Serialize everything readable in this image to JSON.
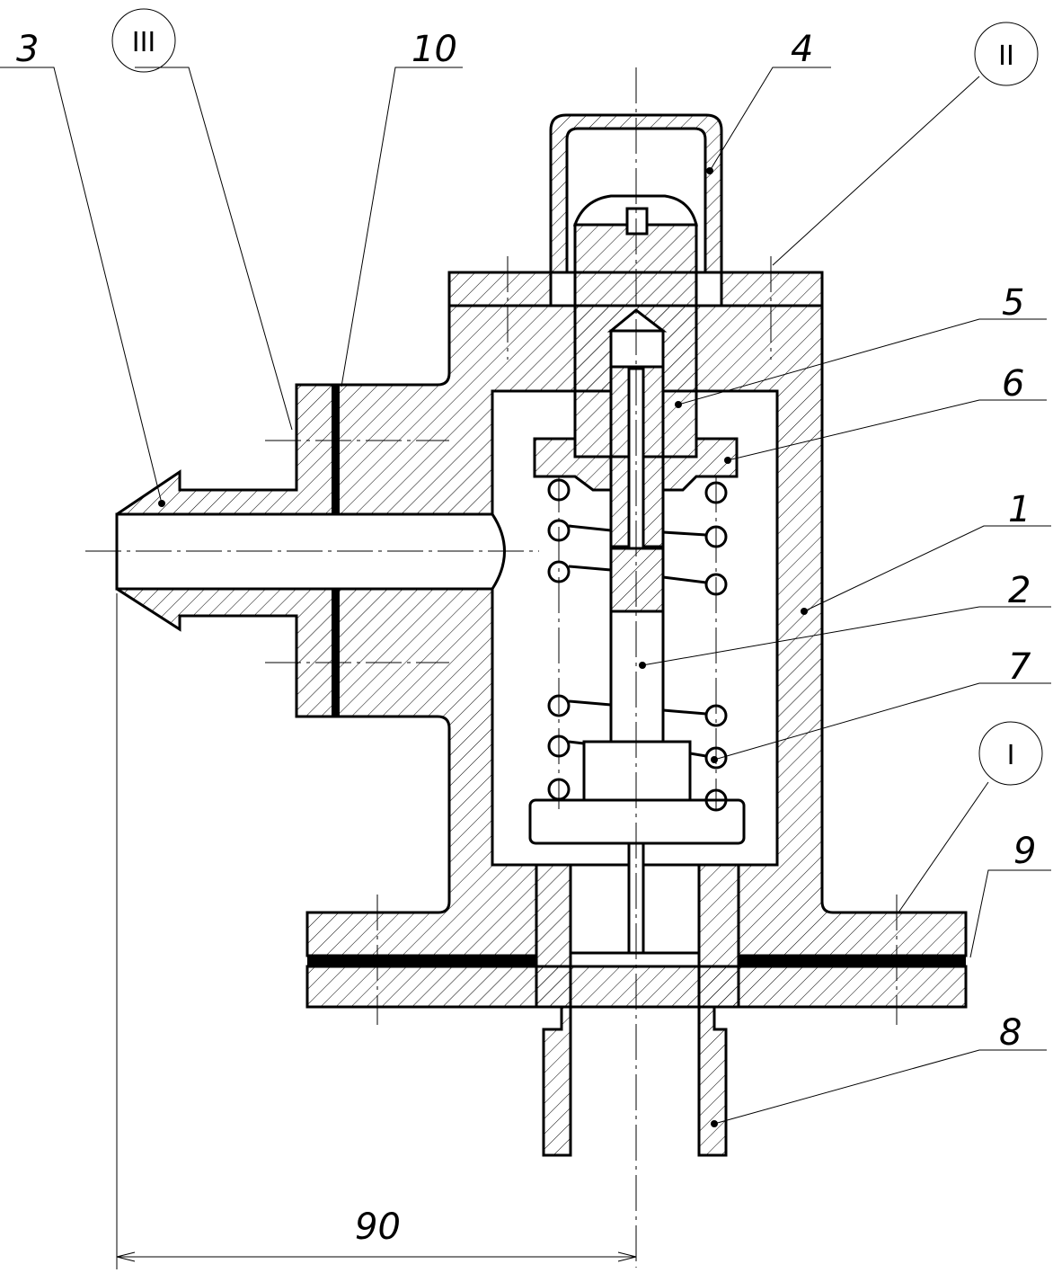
{
  "drawing": {
    "title": "Valve assembly section",
    "positions": {
      "p1": "1",
      "p2": "2",
      "p3": "3",
      "p4": "4",
      "p5": "5",
      "p6": "6",
      "p7": "7",
      "p8": "8",
      "p9": "9",
      "p10": "10"
    },
    "details": {
      "d1": "I",
      "d2": "II",
      "d3": "III"
    },
    "dimension": "90"
  }
}
